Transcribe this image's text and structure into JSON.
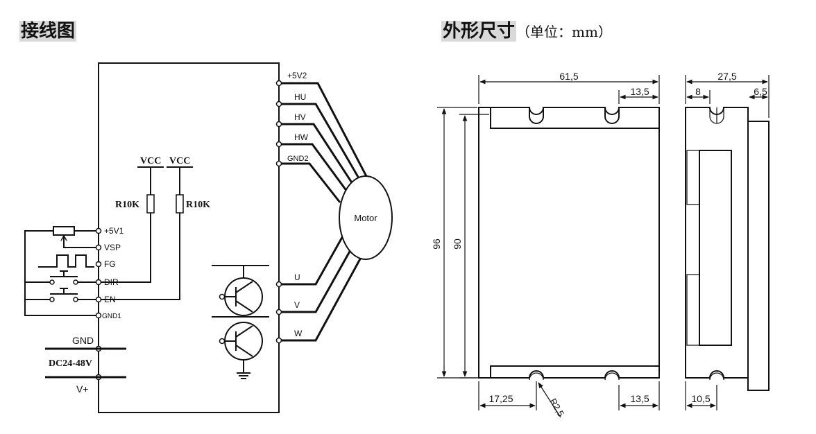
{
  "titles": {
    "wiring": "接线图",
    "dimensions": "外形尺寸",
    "dimensions_unit": "（单位：mm）"
  },
  "wiring": {
    "left_terminals": [
      "+5V1",
      "VSP",
      "FG",
      "DIR",
      "EN",
      "GND1"
    ],
    "right_terminals": [
      "+5V2",
      "HU",
      "HV",
      "HW",
      "GND2",
      "U",
      "V",
      "W"
    ],
    "vcc_labels": [
      "VCC",
      "VCC"
    ],
    "resistor_labels": [
      "R10K",
      "R10K"
    ],
    "motor_label": "Motor",
    "power_labels": [
      "GND",
      "DC24-48V",
      "V+"
    ]
  },
  "dimensions": {
    "front_width": "61,5",
    "front_top_right": "13,5",
    "front_height_outer": "96",
    "front_height_inner": "90",
    "front_bottom_left": "17,25",
    "front_bottom_right": "13,5",
    "slot_radius": "R2,5",
    "side_width": "27,5",
    "side_left": "8",
    "side_right": "6,5",
    "side_bottom": "10,5"
  }
}
